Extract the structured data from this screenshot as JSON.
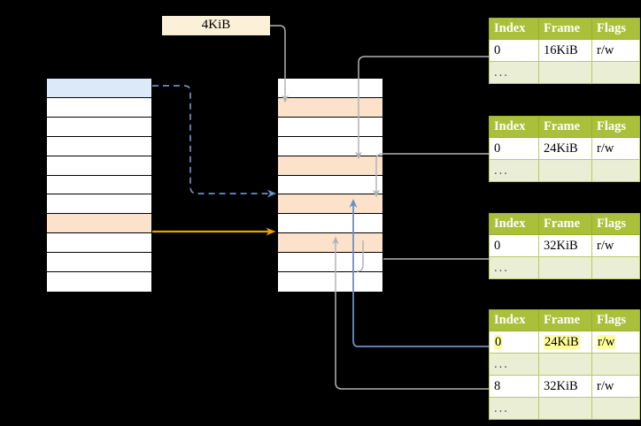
{
  "diagram": {
    "title": "",
    "size_label": {
      "text": "4KiB"
    },
    "colors": {
      "header_green": "#aac03a",
      "row_ellipsis_green": "#e9eed4",
      "highlight_yellow": "#ffff99",
      "peach": "#fde2cb",
      "blue_row": "#dce9f9",
      "orange_arrow": "#e8a200",
      "blue_arrow": "#6b8fc4",
      "gray_arrow": "#b3b3b3",
      "label_bg": "#fcf0d8"
    },
    "left_table": {
      "name": "virtual-address-space",
      "row_count": 11,
      "rows": [
        {
          "label": "",
          "fill": "blue"
        },
        {
          "label": "",
          "fill": "white"
        },
        {
          "label": "",
          "fill": "white"
        },
        {
          "label": "",
          "fill": "white"
        },
        {
          "label": "",
          "fill": "white"
        },
        {
          "label": "",
          "fill": "white"
        },
        {
          "label": "",
          "fill": "white"
        },
        {
          "label": "",
          "fill": "peach"
        },
        {
          "label": "",
          "fill": "white"
        },
        {
          "label": "",
          "fill": "white"
        },
        {
          "label": "",
          "fill": "white"
        }
      ]
    },
    "middle_table": {
      "name": "physical-memory",
      "row_count": 11,
      "rows": [
        {
          "label": "",
          "fill": "white"
        },
        {
          "label": "",
          "fill": "peach"
        },
        {
          "label": "",
          "fill": "white"
        },
        {
          "label": "",
          "fill": "white"
        },
        {
          "label": "",
          "fill": "peach"
        },
        {
          "label": "",
          "fill": "white"
        },
        {
          "label": "",
          "fill": "peach"
        },
        {
          "label": "",
          "fill": "white"
        },
        {
          "label": "",
          "fill": "peach"
        },
        {
          "label": "",
          "fill": "white"
        },
        {
          "label": "",
          "fill": "white"
        }
      ]
    },
    "page_tables": [
      {
        "name": "page-table-level-1",
        "columns": [
          "Index",
          "Frame",
          "Flags"
        ],
        "rows": [
          {
            "cells": [
              "0",
              "16KiB",
              "r/w"
            ],
            "ellipsis": false,
            "highlight": []
          },
          {
            "cells": [
              "...",
              "",
              ""
            ],
            "ellipsis": true,
            "highlight": []
          }
        ]
      },
      {
        "name": "page-table-level-2",
        "columns": [
          "Index",
          "Frame",
          "Flags"
        ],
        "rows": [
          {
            "cells": [
              "0",
              "24KiB",
              "r/w"
            ],
            "ellipsis": false,
            "highlight": []
          },
          {
            "cells": [
              "...",
              "",
              ""
            ],
            "ellipsis": true,
            "highlight": []
          }
        ]
      },
      {
        "name": "page-table-level-3",
        "columns": [
          "Index",
          "Frame",
          "Flags"
        ],
        "rows": [
          {
            "cells": [
              "0",
              "32KiB",
              "r/w"
            ],
            "ellipsis": false,
            "highlight": []
          },
          {
            "cells": [
              "...",
              "",
              ""
            ],
            "ellipsis": true,
            "highlight": []
          }
        ]
      },
      {
        "name": "page-table-level-4",
        "columns": [
          "Index",
          "Frame",
          "Flags"
        ],
        "rows": [
          {
            "cells": [
              "0",
              "24KiB",
              "r/w"
            ],
            "ellipsis": false,
            "highlight": [
              0,
              1,
              2
            ]
          },
          {
            "cells": [
              "...",
              "",
              ""
            ],
            "ellipsis": true,
            "highlight": []
          },
          {
            "cells": [
              "8",
              "32KiB",
              "r/w"
            ],
            "ellipsis": false,
            "highlight": []
          },
          {
            "cells": [
              "...",
              "",
              ""
            ],
            "ellipsis": true,
            "highlight": []
          }
        ]
      }
    ],
    "connections": [
      {
        "name": "virtual-page-to-frame-dashed",
        "style": "dashed",
        "color": "#6b8fc4",
        "from": "left-row-1",
        "to": "middle-row-7"
      },
      {
        "name": "virtual-page-to-frame-solid",
        "style": "solid",
        "color": "#e8a200",
        "from": "left-row-8",
        "to": "middle-row-9"
      },
      {
        "name": "size-label-to-frame",
        "style": "solid",
        "color": "#b3b3b3",
        "from": "size-label",
        "to": "middle-row-2"
      },
      {
        "name": "table1-to-frame",
        "style": "solid",
        "color": "#b3b3b3",
        "from": "page-table-1-row-0",
        "to": "middle-row-5"
      },
      {
        "name": "table2-to-frame",
        "style": "solid",
        "color": "#b3b3b3",
        "from": "page-table-2-row-0",
        "to": "middle-row-7"
      },
      {
        "name": "frame-to-table3",
        "style": "solid",
        "color": "#b3b3b3",
        "from": "middle-row-9",
        "to": "page-table-3-row-0"
      },
      {
        "name": "table4-row0-to-frame",
        "style": "solid",
        "color": "#6b8fc4",
        "from": "page-table-4-row-0",
        "to": "middle-row-7"
      },
      {
        "name": "table4-row8-to-frame",
        "style": "solid",
        "color": "#b3b3b3",
        "from": "page-table-4-row-8",
        "to": "middle-row-9"
      }
    ]
  }
}
